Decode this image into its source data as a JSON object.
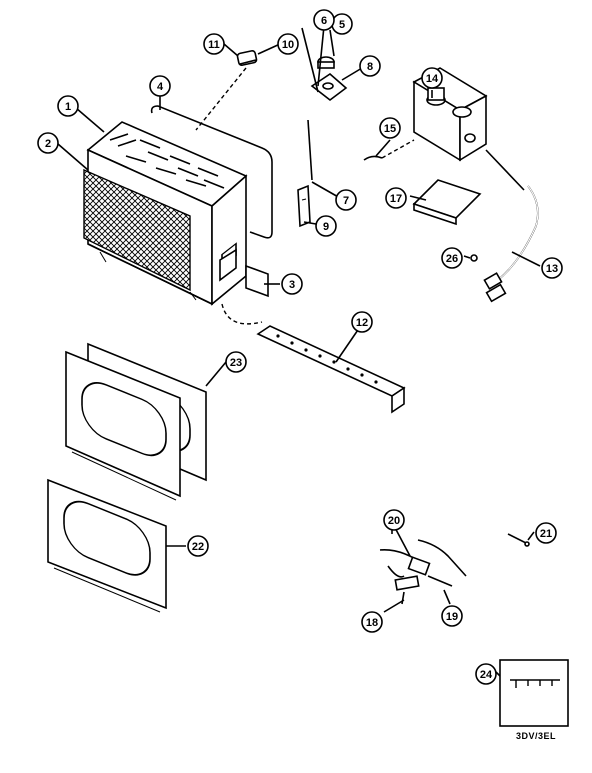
{
  "diagram": {
    "part_numbers": [
      "1",
      "2",
      "3",
      "4",
      "5",
      "6",
      "7",
      "8",
      "9",
      "10",
      "11",
      "12",
      "13",
      "14",
      "15",
      "17",
      "18",
      "19",
      "20",
      "21",
      "22",
      "23",
      "24",
      "26"
    ],
    "model_code": "3DV/3EL"
  },
  "colors": {
    "ink": "#000000",
    "paper": "#ffffff"
  }
}
